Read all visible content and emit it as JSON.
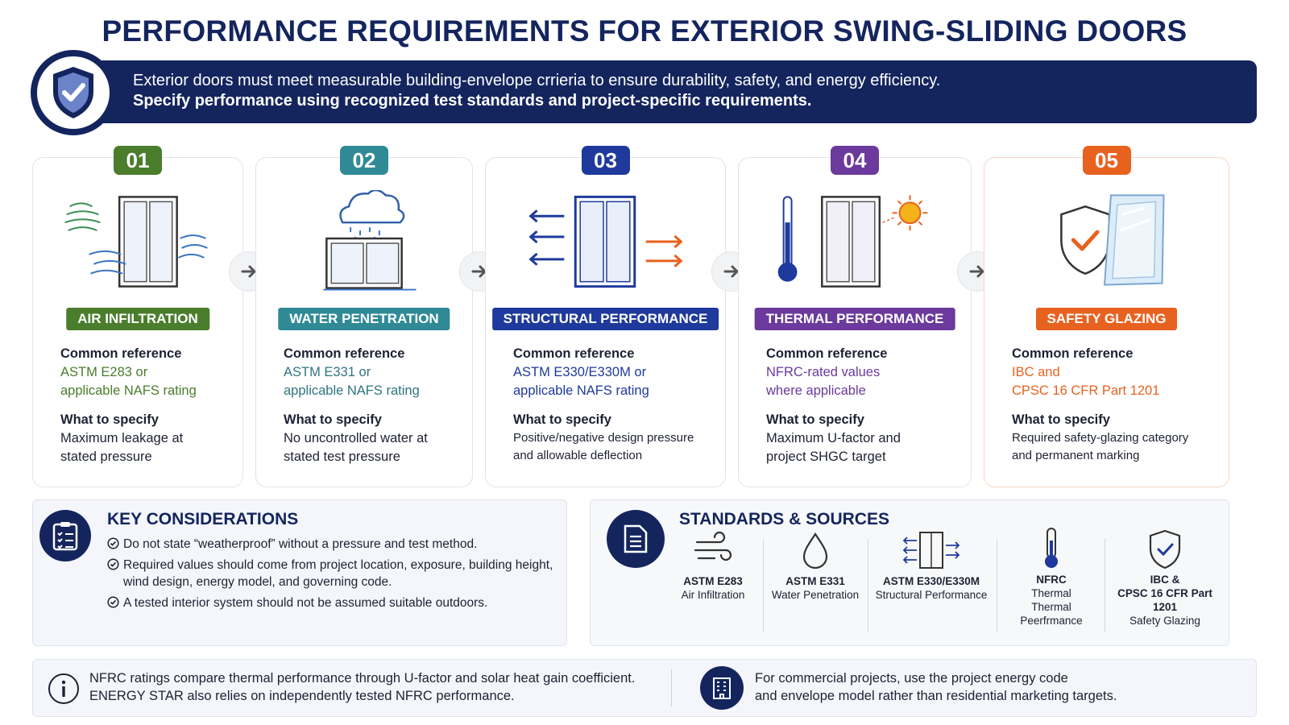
{
  "title": "PERFORMANCE REQUIREMENTS FOR EXTERIOR SWING-SLIDING DOORS",
  "banner": {
    "line1": "Exterior doors must meet measurable building-envelope crrieria to ensure durability, safety, and energy efficiency.",
    "line2": "Specify performance using recognized test standards and project-specific requirements.",
    "icon": "shield-check-icon"
  },
  "cards": [
    {
      "num": "01",
      "title": "AIR INFILTRATION",
      "ref_label": "Common reference",
      "ref": "ASTM E283 or\napplicable NAFS rating",
      "spec_label": "What to specify",
      "spec": "Maximum leakage at\nstated pressure",
      "color": "#4a7d2c",
      "icon": "door-wind-icon"
    },
    {
      "num": "02",
      "title": "WATER PENETRATION",
      "ref_label": "Common reference",
      "ref": "ASTM E331 or\napplicable NAFS rating",
      "spec_label": "What to specify",
      "spec": "No uncontrolled water at\nstated test pressure",
      "color": "#2f8a96",
      "icon": "door-rain-icon"
    },
    {
      "num": "03",
      "title": "STRUCTURAL PERFORMANCE",
      "ref_label": "Common reference",
      "ref": "ASTM E330/E330M or\napplicable NAFS rating",
      "spec_label": "What to specify",
      "spec": "Positive/negative design pressure\nand allowable deflection",
      "color": "#1f3a9c",
      "icon": "door-pressure-icon"
    },
    {
      "num": "04",
      "title": "THERMAL PERFORMANCE",
      "ref_label": "Common reference",
      "ref": "NFRC-rated values\nwhere applicable",
      "spec_label": "What to specify",
      "spec": "Maximum U-factor and\nproject SHGC target",
      "color": "#6b3a9c",
      "icon": "door-thermometer-sun-icon"
    },
    {
      "num": "05",
      "title": "SAFETY GLAZING",
      "ref_label": "Common reference",
      "ref": "IBC and\nCPSC 16 CFR Part 1201",
      "spec_label": "What to specify",
      "spec": "Required safety-glazing category\nand permanent marking",
      "color": "#e8621f",
      "icon": "shield-glass-icon"
    }
  ],
  "considerations": {
    "title": "KEY CONSIDERATIONS",
    "items": [
      "Do not state “weatherproof” without a pressure and test method.",
      "Required values should come from project location, exposure, building height, wind design, energy model, and governing code.",
      "A tested interior system should not be assumed suitable outdoors."
    ]
  },
  "standards": {
    "title": "STANDARDS & SOURCES",
    "items": [
      {
        "name": "ASTM E283",
        "desc": "Air Infiltration",
        "icon": "wind-icon"
      },
      {
        "name": "ASTM E331",
        "desc": "Water Penetration",
        "icon": "water-drop-icon"
      },
      {
        "name": "ASTM E330/E330M",
        "desc": "Structural Performance",
        "icon": "door-arrows-icon"
      },
      {
        "name": "NFRC",
        "desc": "Thermal\nThermal Peerfrmance",
        "icon": "thermometer-icon"
      },
      {
        "name": "IBC &\nCPSC 16 CFR Part 1201",
        "desc": "Safety Glazing",
        "icon": "shield-check-icon"
      }
    ]
  },
  "notes": {
    "left": "NFRC ratings compare thermal performance through U-factor and solar heat gain coefficient.\nENERGY STAR also relies on independently tested NFRC performance.",
    "right": "For commercial projects, use the project energy code\nand envelope model rather than residential marketing targets."
  }
}
